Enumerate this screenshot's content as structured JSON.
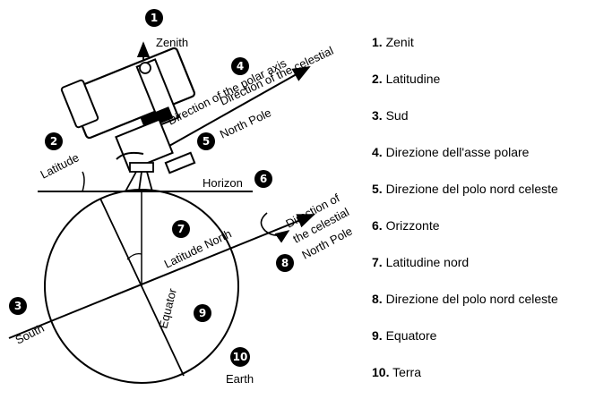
{
  "diagram": {
    "labels": {
      "zenith": "Zenith",
      "polar_axis": "Direction of the polar axis",
      "celestial_pole_line1": "Direction of the celestial",
      "celestial_pole_line2": "North Pole",
      "latitude": "Latitude",
      "horizon": "Horizon",
      "latitude_north": "Latitude North",
      "dir_of": "Direction of",
      "the_celestial": "the celestial",
      "north_pole": "North Pole",
      "south": "South",
      "equator": "Equator",
      "earth": "Earth"
    },
    "markers": [
      "1",
      "2",
      "3",
      "4",
      "5",
      "6",
      "7",
      "8",
      "9",
      "10"
    ]
  },
  "legend": [
    {
      "num": "1.",
      "text": "Zenit"
    },
    {
      "num": "2.",
      "text": "Latitudine"
    },
    {
      "num": "3.",
      "text": "Sud"
    },
    {
      "num": "4.",
      "text": "Direzione dell'asse polare"
    },
    {
      "num": "5.",
      "text": "Direzione del polo nord celeste"
    },
    {
      "num": "6.",
      "text": "Orizzonte"
    },
    {
      "num": "7.",
      "text": "Latitudine nord"
    },
    {
      "num": "8.",
      "text": "Direzione del polo nord celeste"
    },
    {
      "num": "9.",
      "text": "Equatore"
    },
    {
      "num": "10.",
      "text": "Terra"
    }
  ]
}
